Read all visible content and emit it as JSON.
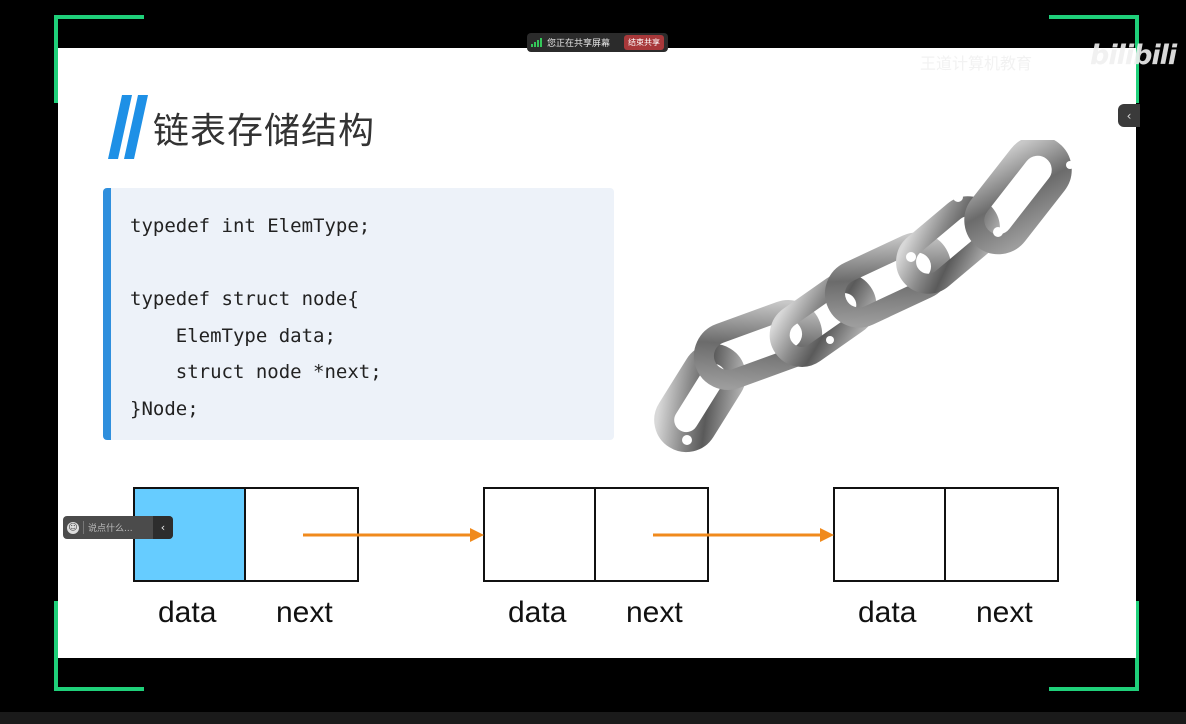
{
  "share_bar": {
    "status_text": "您正在共享屏幕",
    "stop_label": "结束共享"
  },
  "watermark": {
    "text": "王道计算机教育",
    "logo": "bilibili"
  },
  "slide": {
    "title": "链表存储结构",
    "code": "typedef int ElemType;\n\ntypedef struct node{\n    ElemType data;\n    struct node *next;\n}Node;"
  },
  "diagram": {
    "nodes": [
      {
        "data_label": "data",
        "next_label": "next",
        "data_highlighted": true
      },
      {
        "data_label": "data",
        "next_label": "next",
        "data_highlighted": false
      },
      {
        "data_label": "data",
        "next_label": "next",
        "data_highlighted": false
      }
    ],
    "arrow_color": "#f08a1c",
    "highlight_color": "#66ccff"
  },
  "danmaku": {
    "placeholder": "说点什么..."
  },
  "icons": {
    "side_toggle": "chevron-left-icon",
    "emoji": "smile-icon",
    "signal": "signal-icon"
  },
  "colors": {
    "frame_corner": "#1fd07a",
    "title_accent": "#1e90e6",
    "code_border": "#2f8fdd",
    "code_bg": "#edf2f9"
  }
}
